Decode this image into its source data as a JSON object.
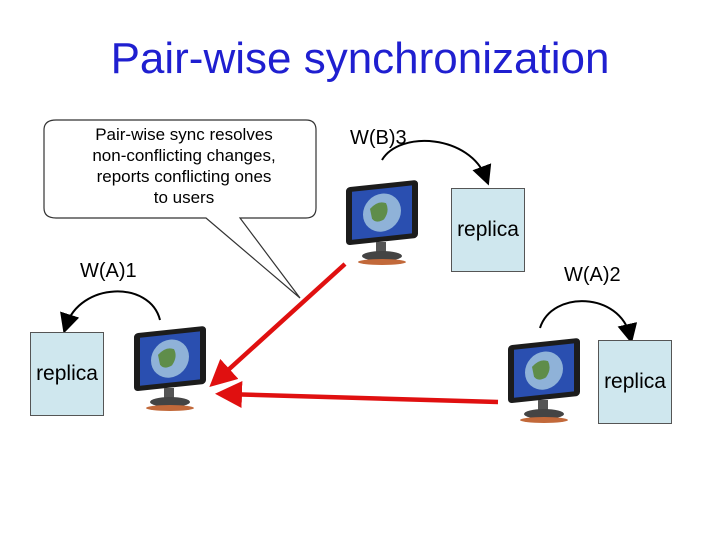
{
  "title": "Pair-wise synchronization",
  "callout": {
    "lines": [
      "Pair-wise sync resolves",
      "non-conflicting changes,",
      "reports conflicting ones",
      "to users"
    ]
  },
  "nodes": {
    "left": {
      "write_label": "W(A)1",
      "replica_label": "replica"
    },
    "top": {
      "write_label": "W(B)3",
      "replica_label": "replica"
    },
    "right": {
      "write_label": "W(A)2",
      "replica_label": "replica"
    }
  },
  "colors": {
    "title": "#1f1fd0",
    "sync_arrow": "#e01010",
    "replica_fill": "#cfe7ee"
  }
}
